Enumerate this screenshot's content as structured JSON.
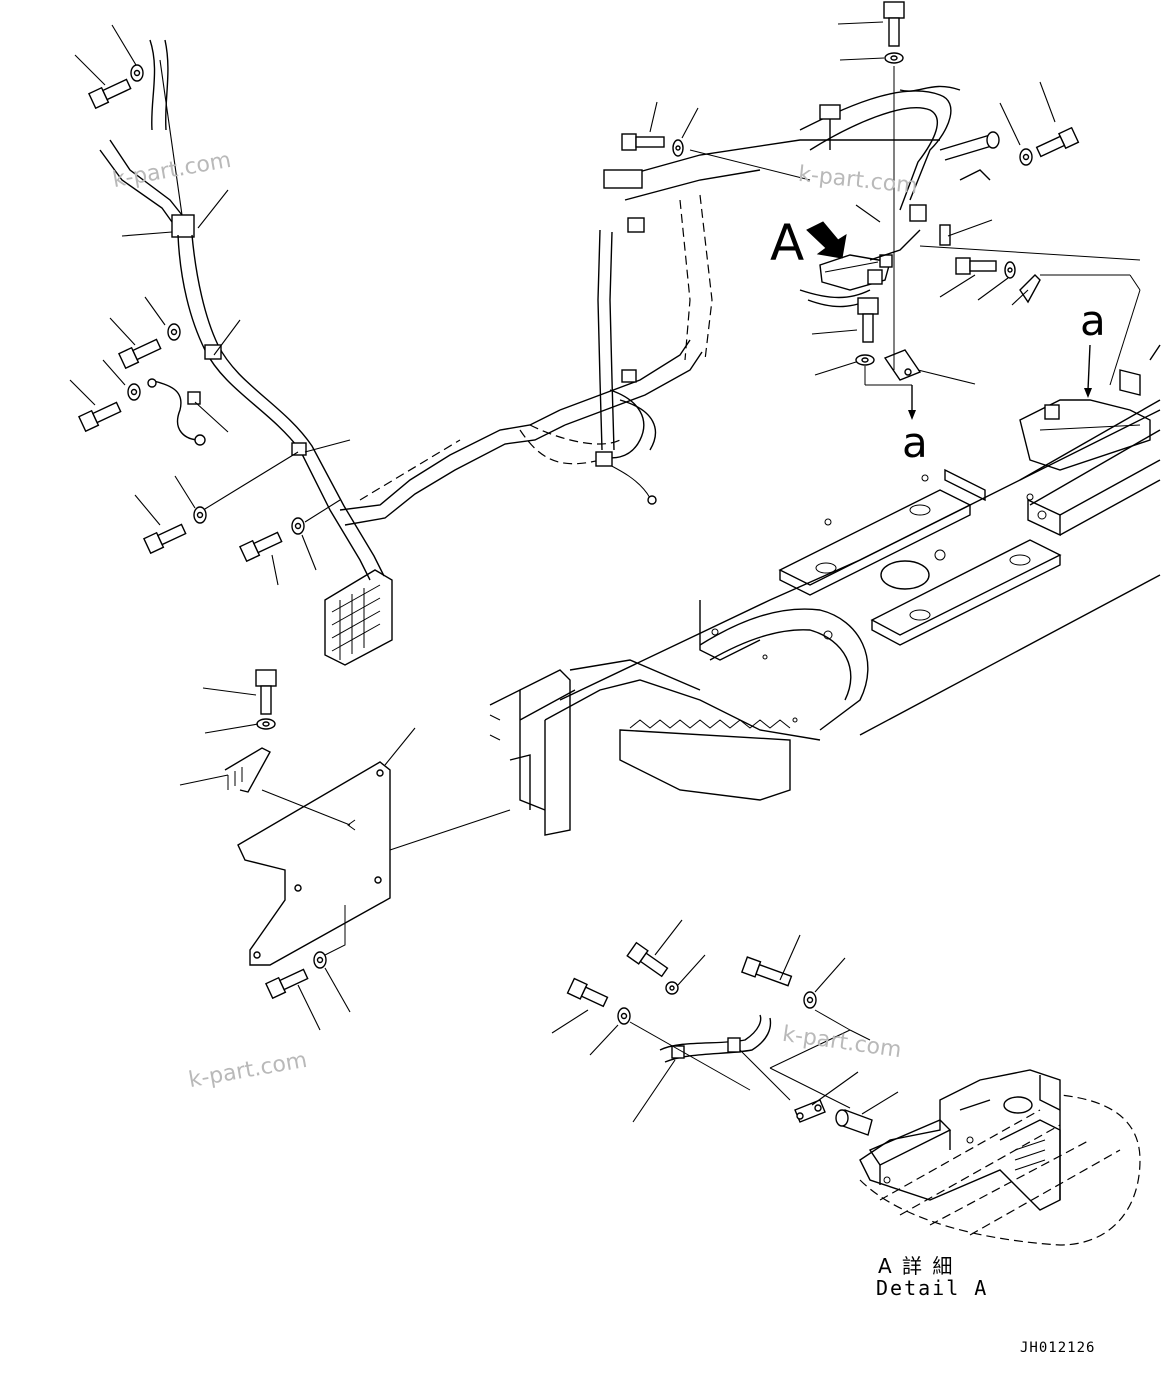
{
  "view_label": "A",
  "ref_label_top": "a",
  "ref_label_right": "a",
  "detail_title_jp": "A 詳 細",
  "detail_title_en": "Detail A",
  "drawing_number": "JH012126",
  "watermark": "k-part.com"
}
